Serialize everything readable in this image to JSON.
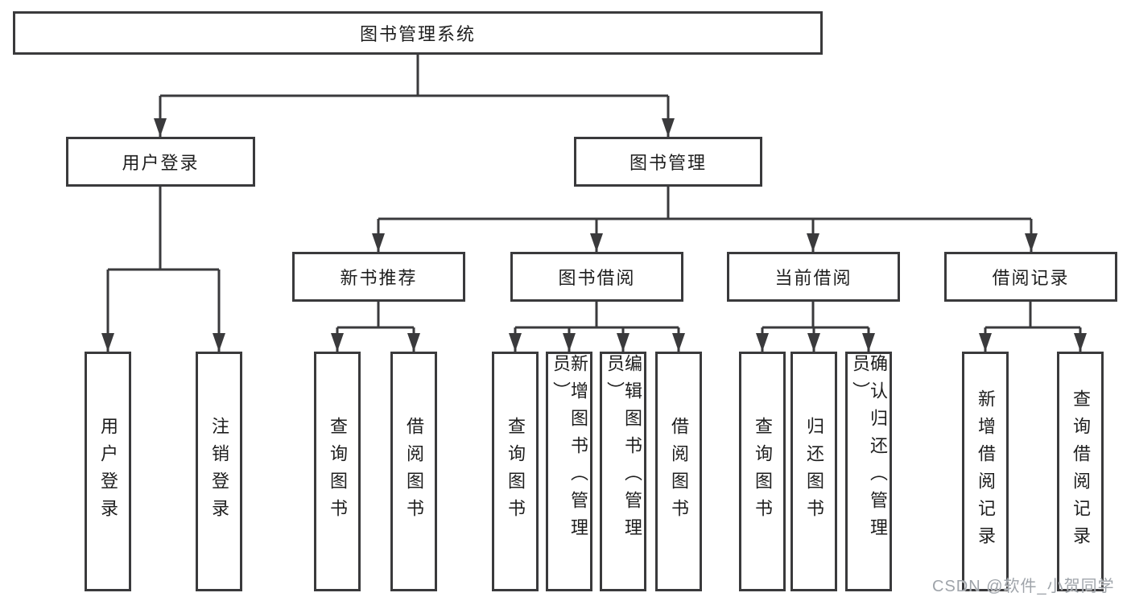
{
  "tree": {
    "root": "图书管理系统",
    "branches": [
      {
        "label": "用户登录",
        "children": [
          "用户登录",
          "注销登录"
        ]
      },
      {
        "label": "图书管理",
        "sections": [
          {
            "label": "新书推荐",
            "children": [
              "查询图书",
              "借阅图书"
            ]
          },
          {
            "label": "图书借阅",
            "children": [
              "查询图书",
              "新增图书（管理员）",
              "编辑图书（管理员）",
              "借阅图书"
            ]
          },
          {
            "label": "当前借阅",
            "children": [
              "查询图书",
              "归还图书",
              "确认归还（管理员）"
            ]
          },
          {
            "label": "借阅记录",
            "children": [
              "新增借阅记录",
              "查询借阅记录"
            ]
          }
        ]
      }
    ]
  },
  "watermark": {
    "text": "CSDN @软件_小贺同学"
  },
  "colors": {
    "line": "#3a3a3c",
    "text": "#1e1e1e",
    "watermark": "#9fa4aa",
    "background": "#ffffff"
  }
}
